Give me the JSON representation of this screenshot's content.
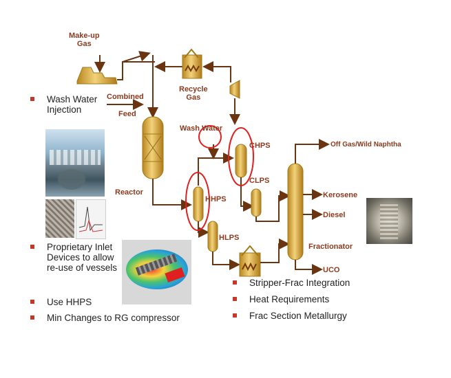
{
  "labels": {
    "makeup_gas": [
      "Make-up",
      "Gas"
    ],
    "recycle_gas": [
      "Recycle",
      "Gas"
    ],
    "combined_feed": [
      "Combined",
      "Feed"
    ],
    "wash_water": "Wash Water",
    "chps": "CHPS",
    "clps": "CLPS",
    "hhps": "HHPS",
    "hlps": "HLPS",
    "reactor": "Reactor",
    "fractionator": "Fractionator",
    "off_gas": "Off Gas/Wild Naphtha",
    "kerosene": "Kerosene",
    "diesel": "Diesel",
    "uco": "UCO"
  },
  "left_bullets": [
    [
      "Wash Water",
      "Injection"
    ],
    [
      "Proprietary Inlet",
      "Devices to allow",
      "re-use of vessels"
    ],
    [
      "Use HHPS"
    ],
    [
      "Min Changes to RG compressor"
    ]
  ],
  "right_bullets": [
    "Stripper-Frac Integration",
    "Heat Requirements",
    "Frac Section Metallurgy"
  ],
  "colors": {
    "line": "#6b3410",
    "vessel": "#d9ab3c",
    "label": "#8b3a1e",
    "bullet": "#c0392b",
    "highlight": "#e02020"
  }
}
